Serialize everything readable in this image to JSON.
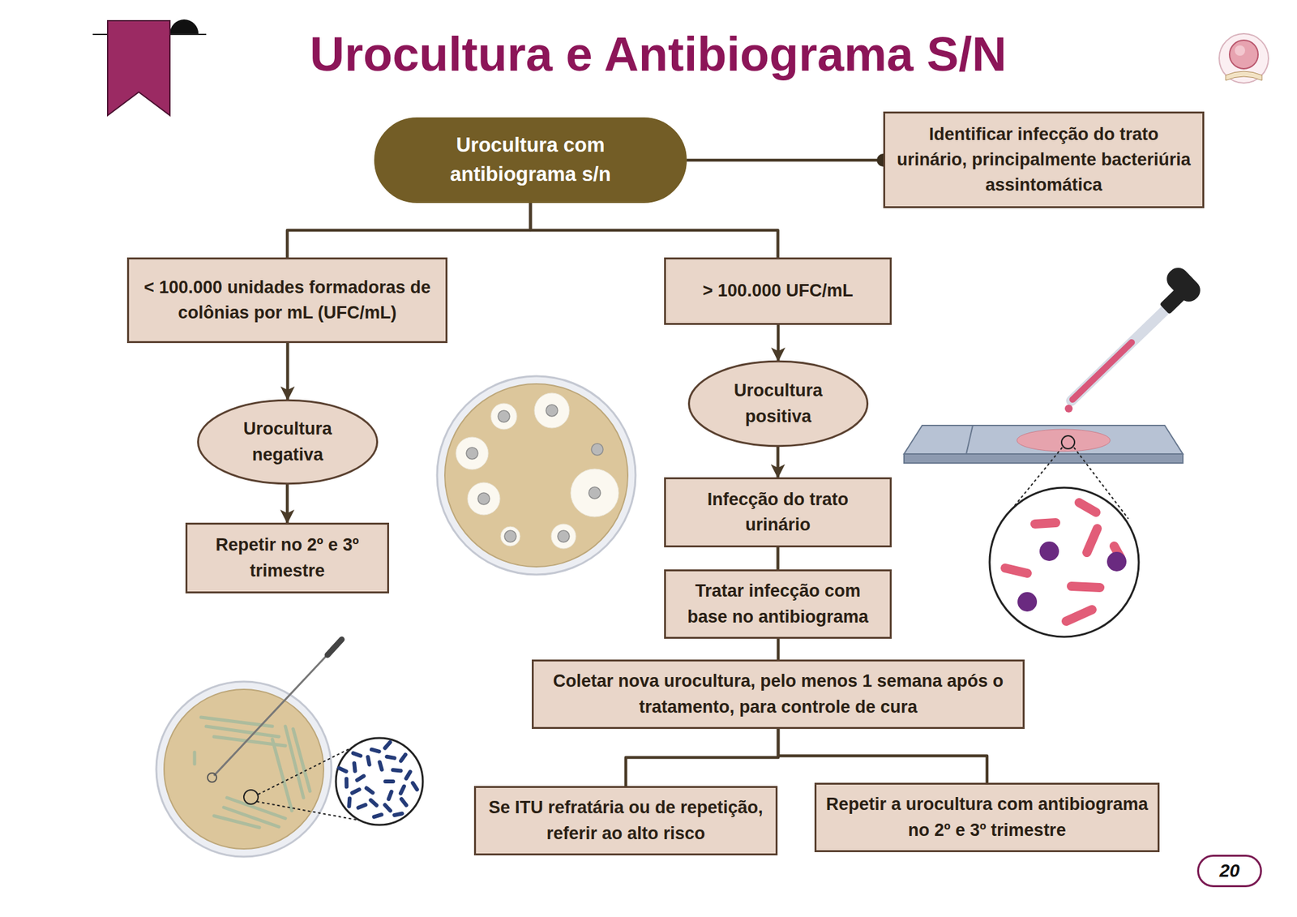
{
  "diagram": {
    "title": "Urocultura e Antibiograma S/N",
    "nodes": [
      {
        "text": [
          "Urocultura com antibiograma s/n"
        ]
      },
      {
        "text": [
          "Identificar infecção do trato urinário, principalmente bacteriúria assintomática"
        ]
      },
      {
        "text": [
          "< 100.000 unidades formadoras de colônias por mL (UFC/mL)"
        ]
      },
      {
        "text": [
          "> 100.000 UFC/mL"
        ]
      },
      {
        "text": [
          "Urocultura negativa"
        ]
      },
      {
        "text": [
          "Urocultura positiva"
        ]
      },
      {
        "text": [
          "Repetir no 2º e 3º trimestre"
        ]
      },
      {
        "text": [
          "Infecção do trato urinário"
        ]
      },
      {
        "text": [
          "Tratar infecção com base no antibiograma"
        ]
      },
      {
        "text": [
          "Coletar nova urocultura, pelo menos 1 semana após o tratamento, para controle de cura"
        ]
      },
      {
        "text": [
          "Se ITU refratária ou de repetição, referir ao alto risco"
        ]
      },
      {
        "text": [
          "Repetir a urocultura com antibiograma no 2º e 3º trimestre"
        ]
      }
    ],
    "edges": [
      {
        "from": 0,
        "to": 1,
        "arrow": "none"
      },
      {
        "from": 0,
        "to": 2,
        "arrow": "none"
      },
      {
        "from": 0,
        "to": 3,
        "arrow": "none"
      },
      {
        "from": 2,
        "to": 4,
        "arrow": "to"
      },
      {
        "from": 4,
        "to": 6,
        "arrow": "to"
      },
      {
        "from": 3,
        "to": 5,
        "arrow": "to"
      },
      {
        "from": 5,
        "to": 7,
        "arrow": "to"
      },
      {
        "from": 7,
        "to": 8,
        "arrow": "none"
      },
      {
        "from": 8,
        "to": 9,
        "arrow": "none"
      },
      {
        "from": 9,
        "to": 10,
        "arrow": "none"
      },
      {
        "from": 9,
        "to": 11,
        "arrow": "none"
      }
    ],
    "labels": [
      "20"
    ]
  }
}
